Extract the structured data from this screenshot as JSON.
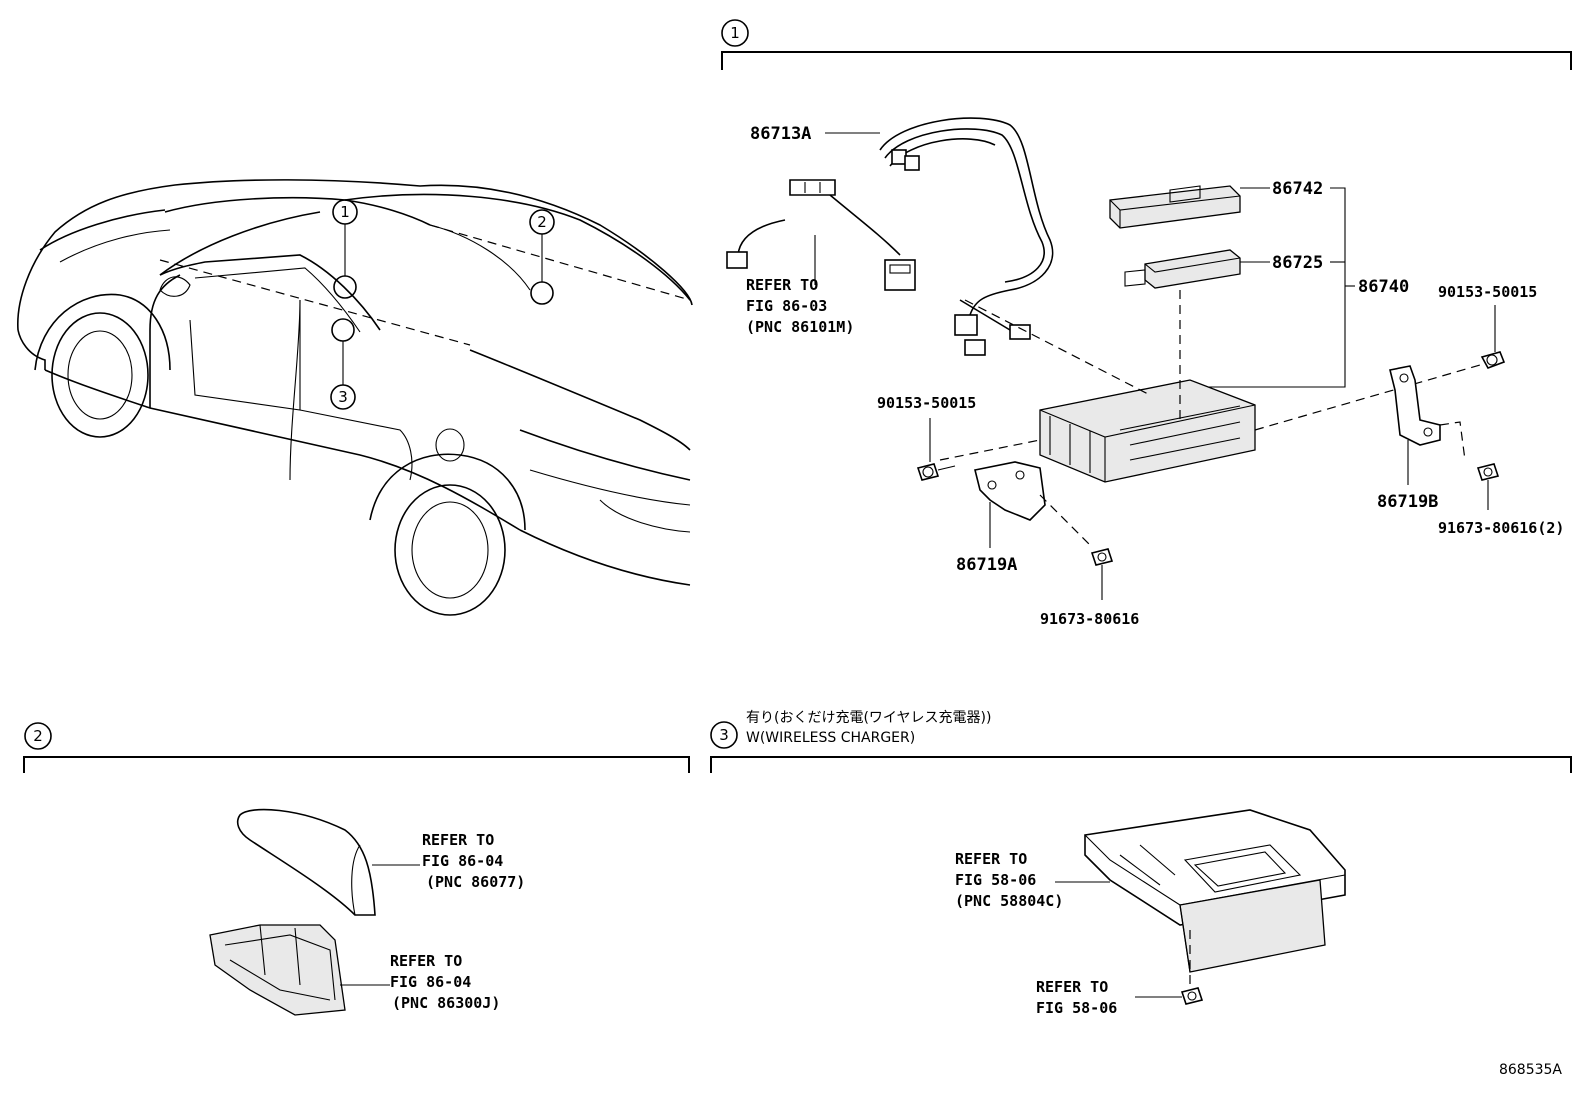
{
  "section_markers": {
    "s1": "1",
    "s2": "2",
    "s3": "3"
  },
  "car_callouts": {
    "c1": "1",
    "c2": "2",
    "c3": "3"
  },
  "section3_header": {
    "japanese": "有り(おくだけ充電(ワイヤレス充電器))",
    "english": "W(WIRELESS CHARGER)"
  },
  "section1_labels": {
    "harness": "86713A",
    "refer_line1": "REFER TO",
    "refer_line2": "FIG 86-03",
    "refer_line3": "(PNC 86101M)",
    "p86742": "86742",
    "p86725": "86725",
    "p86740": "86740",
    "screw_right": "90153-50015",
    "screw_left": "90153-50015",
    "bracket_b": "86719B",
    "bracket_a": "86719A",
    "bolt_right": "91673-80616(2)",
    "bolt_bottom": "91673-80616"
  },
  "section2_labels": {
    "cover_line1": "REFER TO",
    "cover_line2": "FIG 86-04",
    "cover_line3": "(PNC 86077)",
    "base_line1": "REFER TO",
    "base_line2": "FIG 86-04",
    "base_line3": "(PNC 86300J)"
  },
  "section3_labels": {
    "charger_line1": "REFER TO",
    "charger_line2": "FIG 58-06",
    "charger_line3": "(PNC 58804C)",
    "bolt_line1": "REFER TO",
    "bolt_line2": "FIG 58-06"
  },
  "diagram_code": "868535A"
}
